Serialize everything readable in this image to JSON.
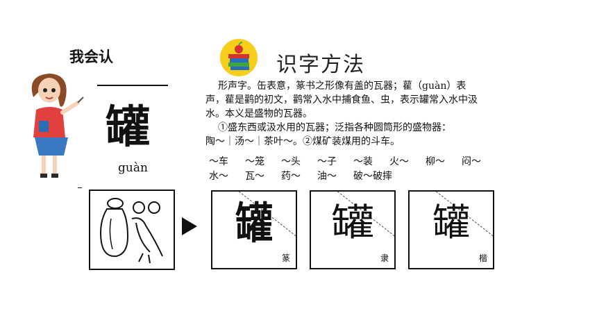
{
  "heading_learn": "我会认",
  "method_title": "识字方法",
  "character": "罐",
  "pinyin": "guàn",
  "definition_lines": [
    "形声字。缶表意，篆书之形像有盖的瓦器；雚（guàn）表",
    "声，雚是鹳的初文，鹳常入水中捕食鱼、虫，表示罐常入水中汲",
    "水。本义是盛物的瓦器。",
    "①盛东西或汲水用的瓦器；泛指各种圆筒形的盛物器：",
    "陶～｜汤～｜茶叶～。②煤矿装煤用的斗车。"
  ],
  "examples_row1": [
    "～车",
    "～笼",
    "～头",
    "～子",
    "～装",
    "火～",
    "柳～",
    "闷～"
  ],
  "examples_row2": [
    "水～",
    "瓦～",
    "药～",
    "油～",
    "破～破摔"
  ],
  "scripts": [
    {
      "label": "篆",
      "char": "罐"
    },
    {
      "label": "隶",
      "char": "罐"
    },
    {
      "label": "楷",
      "char": "罐"
    }
  ],
  "colors": {
    "icon_bg": "#f6cf1c",
    "book_red": "#d8302c",
    "book_blue": "#2a6fb5",
    "book_green": "#3ea447",
    "teacher_shirt": "#e0413e",
    "teacher_skirt": "#3b78c2"
  },
  "icons": {
    "books": "books-apple-icon",
    "teacher": "teacher-illustration",
    "pictograph": "jar-and-bird-pictograph",
    "arrow": "right-triangle-arrow"
  }
}
